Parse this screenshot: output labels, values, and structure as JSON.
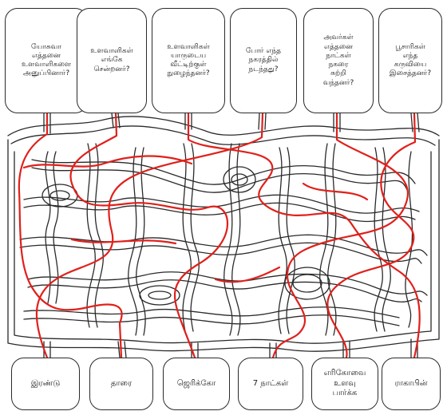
{
  "questions": [
    "யோசுவா\nஎத்தனை\nஉளவாளிகளை\nஅனுப்பினார்?",
    "உளவாளிகள்\nஎங்கே\nசென்றனர்?",
    "உளவாளிகள்\nயாருடைய\nவீட்டிற்குள்\nநுழைந்தனர்?",
    "போர் எந்த\nநகரத்தில்\nநடந்தது?",
    "அவர்கள்\nஎத்தனை\nநாட்கள்\nநகரை\nசுற்றி\nவந்தனர்?",
    "பூசாரிகள்\nஎந்த\nகருவியை\nஇசைத்தனர்?"
  ],
  "answers": [
    "இரண்டு",
    "தாரை",
    "ஜெரிக்கோ",
    "7 நாட்கள்",
    "எரிகோவை\nஉளவு\nபார்க்க",
    "ராகாபின்"
  ],
  "colors": {
    "maze_line": "#2a2a2a",
    "solution_path": "#e0201b"
  }
}
